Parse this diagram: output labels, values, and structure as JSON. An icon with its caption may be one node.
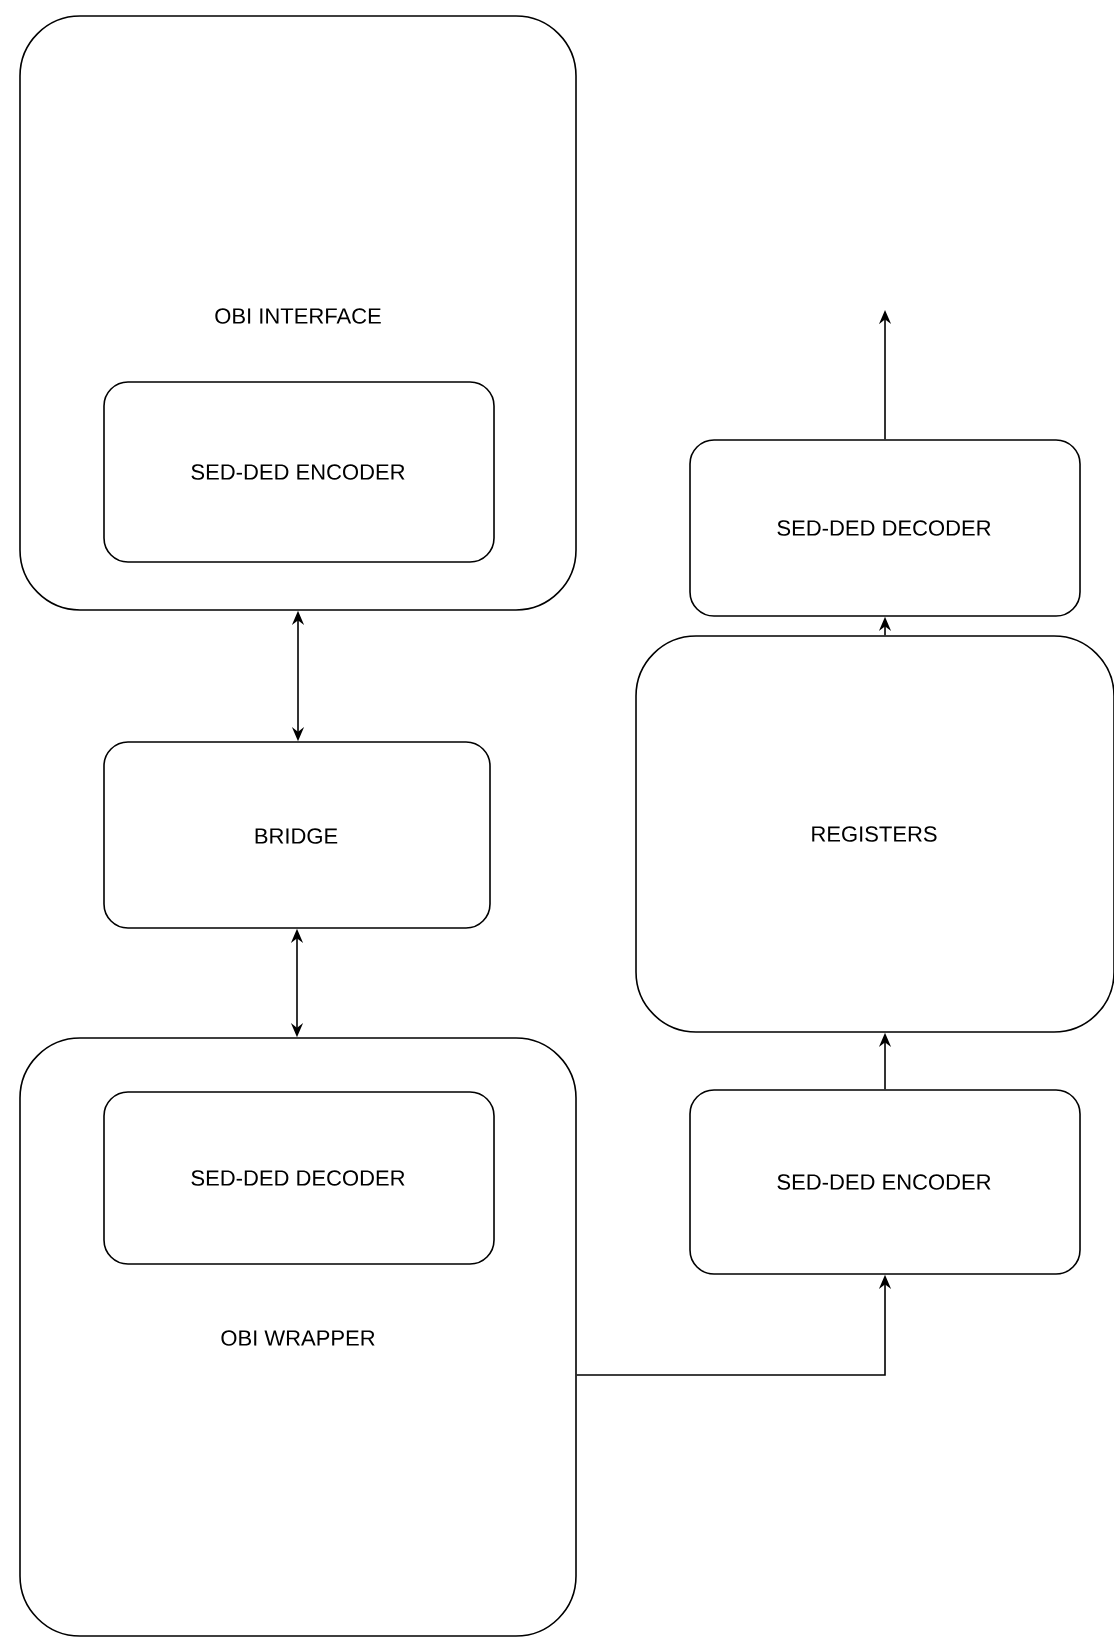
{
  "diagram": {
    "nodes": [
      {
        "text": [
          "OBI INTERFACE"
        ]
      },
      {
        "text": [
          "SED-DED ENCODER"
        ],
        "in": 0
      },
      {
        "text": [
          "BRIDGE"
        ]
      },
      {
        "text": [
          "OBI WRAPPER"
        ]
      },
      {
        "text": [
          "SED-DED DECODER"
        ],
        "in": 3
      },
      {
        "text": [
          "SED-DED DECODER"
        ]
      },
      {
        "text": [
          "REGISTERS"
        ]
      },
      {
        "text": [
          "SED-DED ENCODER"
        ]
      }
    ],
    "edges": [
      {
        "from": 0,
        "to": 2,
        "arrow": "both"
      },
      {
        "from": 2,
        "to": 3,
        "arrow": "both"
      },
      {
        "from": 3,
        "to": 7,
        "arrow": "to"
      },
      {
        "from": 7,
        "to": 6,
        "arrow": "to"
      },
      {
        "from": 6,
        "to": 5,
        "arrow": "to"
      },
      {
        "from": 5,
        "to": null,
        "arrow": "to"
      }
    ]
  }
}
